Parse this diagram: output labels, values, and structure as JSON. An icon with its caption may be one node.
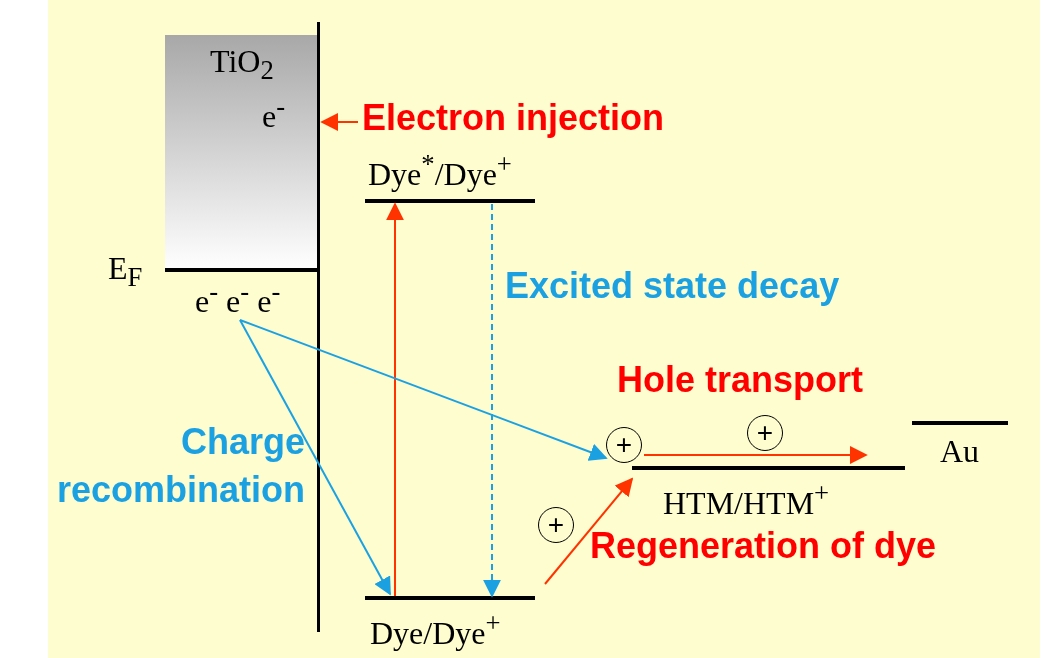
{
  "diagram": {
    "nodes": [
      {
        "text": [
          "TiO$_{2}$",
          "e$^{-}$"
        ]
      },
      {
        "text": [
          "E$_{F}$",
          "e$^{-}$ e$^{-}$ e$^{-}$"
        ]
      },
      {
        "text": [
          "Electron injection"
        ]
      },
      {
        "text": [
          "Dye$^{*}$/Dye$^{+}$"
        ]
      },
      {
        "text": [
          "Dye/Dye$^{+}$"
        ]
      },
      {
        "text": [
          "HTM/HTM$^{+}$"
        ]
      },
      {
        "text": [
          "Au"
        ]
      },
      {
        "text": [
          "+"
        ]
      },
      {
        "text": [
          "+"
        ]
      },
      {
        "text": [
          "+"
        ]
      }
    ],
    "edges": [
      {
        "from": 2,
        "to": 0,
        "arrow": "to",
        "color": "#ff3300"
      },
      {
        "from": 4,
        "to": 3,
        "arrow": "to",
        "color": "#ff3300"
      },
      {
        "from": 3,
        "to": 4,
        "arrow": "to",
        "style": "dashed",
        "color": "#1ba1e2"
      },
      {
        "from": 1,
        "to": 4,
        "arrow": "to",
        "color": "#1ba1e2"
      },
      {
        "from": 1,
        "to": 7,
        "arrow": "to",
        "color": "#1ba1e2"
      },
      {
        "from": 4,
        "to": 7,
        "arrow": "to",
        "color": "#ff3300"
      },
      {
        "from": 7,
        "to": 5,
        "arrow": "to",
        "color": "#ff3300"
      }
    ],
    "labels": [
      "Excited state decay",
      "Hole transport",
      "Charge recombination",
      "Regeneration of dye"
    ]
  }
}
